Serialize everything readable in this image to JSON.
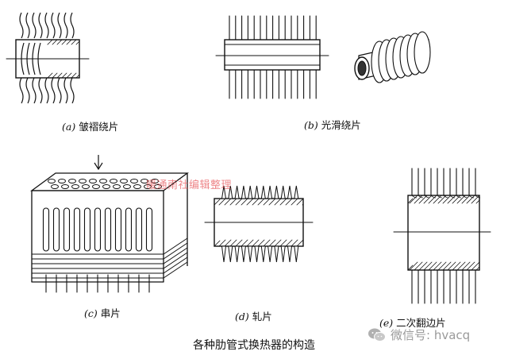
{
  "colors": {
    "line": "#111111",
    "watermark": "#e5484d",
    "wechat": "#9a9a9a"
  },
  "captions": [
    {
      "letter": "(a)",
      "text": "皱褶绕片"
    },
    {
      "letter": "(b)",
      "text": "光滑绕片"
    },
    {
      "letter": "(c)",
      "text": "串片"
    },
    {
      "letter": "(d)",
      "text": "轧片"
    },
    {
      "letter": "(e)",
      "text": "二次翻边片"
    }
  ],
  "title": "各种肋管式换热器的构造",
  "watermark": "暖通南社编辑整理",
  "wechat": {
    "icon": "wechat-icon",
    "label": "微信号: hvacq"
  }
}
